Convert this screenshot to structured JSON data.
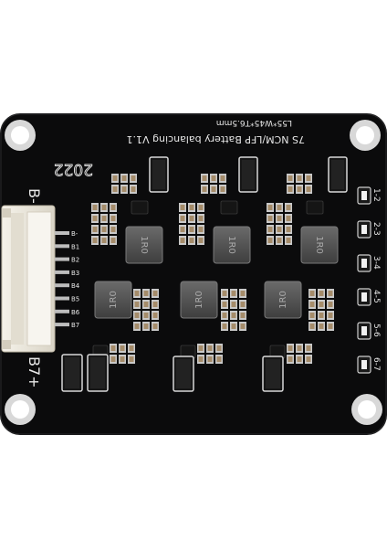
{
  "board": {
    "title_line": "7S NCM/LFP Battery balancing V1.1",
    "size_line": "L55*W45*T6.5mm",
    "year": "2022",
    "neg_label": "B-",
    "pos_label": "B7+",
    "inductor_marking": "1R0",
    "pin_labels": [
      "B-",
      "B1",
      "B2",
      "B3",
      "B4",
      "B5",
      "B6",
      "B7"
    ],
    "cell_labels": [
      "1-2",
      "2-3",
      "3-4",
      "4-5",
      "5-6",
      "6-7"
    ],
    "colors": {
      "pcb": "#0b0b0c",
      "silkscreen": "#e8e8e8",
      "connector": "#eeeae0",
      "pad": "#c9c9c9",
      "inductor": "#5a5a5a",
      "capacitor": "#a58c6a",
      "led": "#f2f2f2"
    }
  }
}
